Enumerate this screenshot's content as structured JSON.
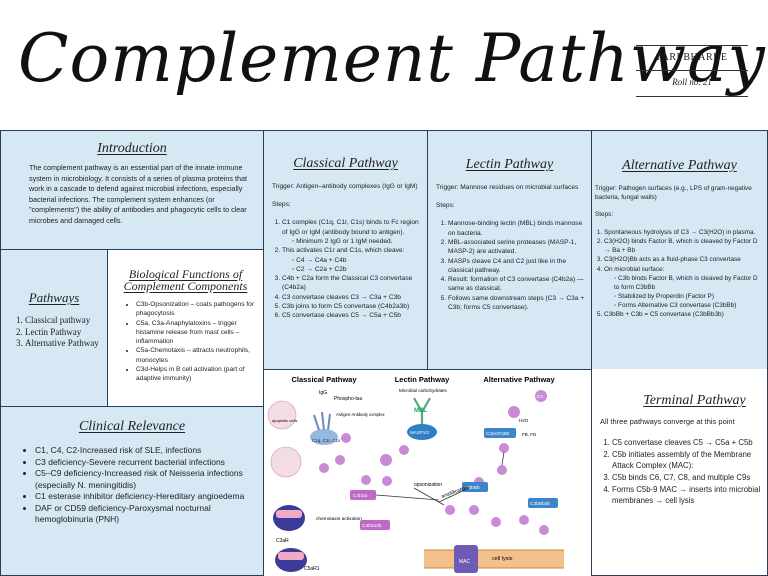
{
  "header": {
    "title": "Complement Pathway",
    "name": "PARI BHARDE",
    "roll": "Roll no. 21"
  },
  "introduction": {
    "heading": "Introduction",
    "body": "The complement pathway is an essential part of the innate immune system in microbiology. It consists of a series of plasma proteins that work in a cascade to defend against microbial infections, especially bacterial infections. The complement system enhances (or \"complements\") the ability of antibodies and phagocytic cells to clear microbes and damaged cells."
  },
  "pathways": {
    "heading": "Pathways",
    "items": [
      "Classical pathway",
      "Lectin Pathway",
      "Alternative Pathway"
    ]
  },
  "bio_functions": {
    "heading_line1": "Biological Functions of",
    "heading_line2": "Complement Components",
    "items": [
      "C3b-Opsonization – coats pathogens for phagocytosis",
      "C5a, C3a-Anaphylatoxins – trigger histamine release from mast cells – inflammation",
      "C5a-Chemotaxis – attracts neutrophils, monocytes",
      "C3d-Helps in B cell activation (part of adaptive immunity)"
    ]
  },
  "classical": {
    "heading": "Classical Pathway",
    "trigger": "Trigger: Antigen–antibody complexes (IgG or IgM)",
    "steps_label": "Steps:",
    "s1": "C1 complex (C1q, C1r, C1s) binds to Fc region of IgG or IgM (antibody bound to antigen).",
    "s1a": "Minimum 2 IgG or 1 IgM needed.",
    "s2": "This activates C1r and C1s, which cleave:",
    "s2a": "C4 → C4a + C4b",
    "s2b": "C2 → C2a + C2b",
    "s3": "C4b + C2a form the Classical C3 convertase (C4b2a)",
    "s4": "C3 convertase cleaves C3 → C3a + C3b",
    "s5": "C3b joins to form C5 convertase (C4b2a3b)",
    "s6": "C5 convertase cleaves C5 → C5a + C5b"
  },
  "lectin": {
    "heading": "Lectin Pathway",
    "trigger": "Trigger: Mannose residues on microbial surfaces",
    "steps_label": "Steps:",
    "s1": "Mannose-binding lectin (MBL) binds mannose on bacteria.",
    "s2": "MBL-associated serine proteases (MASP-1, MASP-2) are activated.",
    "s3": "MASPs cleave C4 and C2 just like in the classical pathway.",
    "s4": "Result: formation of C3 convertase (C4b2a) — same as classical.",
    "s5": "Follows same downstream steps (C3 → C3a + C3b; forms C5 convertase)."
  },
  "alternative": {
    "heading": "Alternative Pathway",
    "trigger": "Trigger: Pathogen surfaces (e.g., LPS of gram-negative bacteria, fungal walls)",
    "steps_label": "Steps:",
    "s1": "Spontaneous hydrolysis of C3 → C3(H2O) in plasma.",
    "s2": "C3(H2O) binds Factor B, which is cleaved by Factor D → Ba + Bb",
    "s3": "C3(H2O)Bb acts as a fluid-phase C3 convertase",
    "s4": "On microbial surface:",
    "s4a": "C3b binds Factor B, which is cleaved by Factor D to form C3bBb",
    "s4b": "Stabilized by Properdin (Factor P)",
    "s4c": "Forms Alternative C3 convertase (C3bBb)",
    "s5": "C3bBb + C3b = C5 convertase (C3bBb3b)"
  },
  "clinical": {
    "heading": "Clinical Relevance",
    "items": [
      "C1, C4, C2-Increased risk of SLE, infections",
      "C3 deficiency-Severe recurrent bacterial infections",
      "C5–C9 deficiency-Increased risk of Neisseria infections (especially N. meningitidis)",
      "C1 esterase inhibitor deficiency-Hereditary angioedema",
      "DAF or CD59 deficiency-Paroxysmal nocturnal hemoglobinuria (PNH)"
    ]
  },
  "terminal": {
    "heading": "Terminal Pathway",
    "intro": "All three pathways converge at this point",
    "items": [
      "C5 convertase cleaves C5 → C5a + C5b",
      "C5b initiates assembly of the Membrane Attack Complex (MAC):",
      "C5b binds C6, C7, C8, and multiple C9s",
      "Forms C5b-9 MAC → inserts into microbial membranes → cell lysis"
    ]
  },
  "diagram": {
    "col_classical": "Classical Pathway",
    "col_lectin": "Lectin Pathway",
    "col_alternative": "Alternative Pathway",
    "microbial_carbs": "Microbial carbohydrates",
    "mbl": "MBL",
    "masp": "MASP1/2",
    "c1": "C1q, C1r, C1s",
    "igg": "IgG",
    "phospho": "Phospho-tau",
    "apoptotic": "apoptotic cells",
    "ab_complex": "Antigen-Antibody complex",
    "opsonization": "opsonization",
    "amplification": "amplification",
    "fb_fd": "FB, FD",
    "chemotaxis": "chemotaxis activation",
    "cell_lysis": "cell lysis",
    "c3ar": "C3aR",
    "c5ar": "C5aR1",
    "mac": "MAC",
    "c3": "C3",
    "h2o": "H2O",
    "c3h2o": "C3(H2O)Bb",
    "c3bbb3b": "C3bBb3b",
    "c4b2a": "C4b2a",
    "c4b2a3b": "C4b2a3b",
    "c3bbb": "C3bBb",
    "colors": {
      "panel": "#d6e8f3",
      "border": "#2b3d57",
      "protein": "#c98bd6",
      "receptor": "#f2a9c6",
      "masp": "#2f7fc4"
    }
  }
}
